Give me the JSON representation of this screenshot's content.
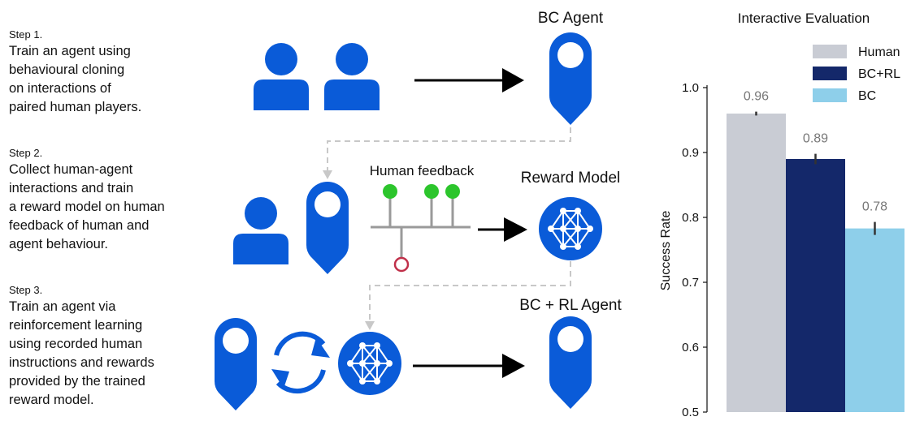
{
  "steps": [
    {
      "label": "Step 1.",
      "desc": "Train an agent using\nbehavioural cloning\non interactions of\npaired human players."
    },
    {
      "label": "Step 2.",
      "desc": "Collect human-agent\ninteractions and train\na reward model on human\nfeedback of human and\nagent behaviour."
    },
    {
      "label": "Step 3.",
      "desc": "Train an agent via\nreinforcement learning\nusing recorded human\ninstructions and rewards\nprovided by the trained\nreward model."
    }
  ],
  "diagram": {
    "bc_agent_label": "BC Agent",
    "human_feedback_label": "Human feedback",
    "reward_model_label": "Reward Model",
    "bc_rl_agent_label": "BC + RL Agent",
    "icons": [
      "person-icon",
      "agent-pin-icon",
      "arrow-right-icon",
      "feedback-tree-icon",
      "reward-model-network-icon",
      "cycle-arrows-icon"
    ],
    "colors": {
      "primary_blue": "#0a5bd8",
      "arrow_black": "#000000",
      "dashed_gray": "#c8c8c8",
      "node_green": "#2cc52c",
      "node_red": "#c0304a",
      "line_gray": "#9a9a9a"
    }
  },
  "chart_data": {
    "type": "bar",
    "title": "Interactive Evaluation",
    "ylabel": "Success Rate",
    "xlabel": "",
    "ylim": [
      0.5,
      1.0
    ],
    "yticks": [
      "0.5",
      "0.6",
      "0.7",
      "0.8",
      "0.9",
      "1.0"
    ],
    "legend_position": "top-right",
    "series": [
      {
        "name": "Human",
        "value": 0.96,
        "label": "0.96",
        "err": 0.003,
        "color": "#c9ccd4"
      },
      {
        "name": "BC+RL",
        "value": 0.89,
        "label": "0.89",
        "err": 0.008,
        "color": "#14286a"
      },
      {
        "name": "BC",
        "value": 0.783,
        "label": "0.78",
        "err": 0.01,
        "color": "#8ecfea"
      }
    ]
  }
}
